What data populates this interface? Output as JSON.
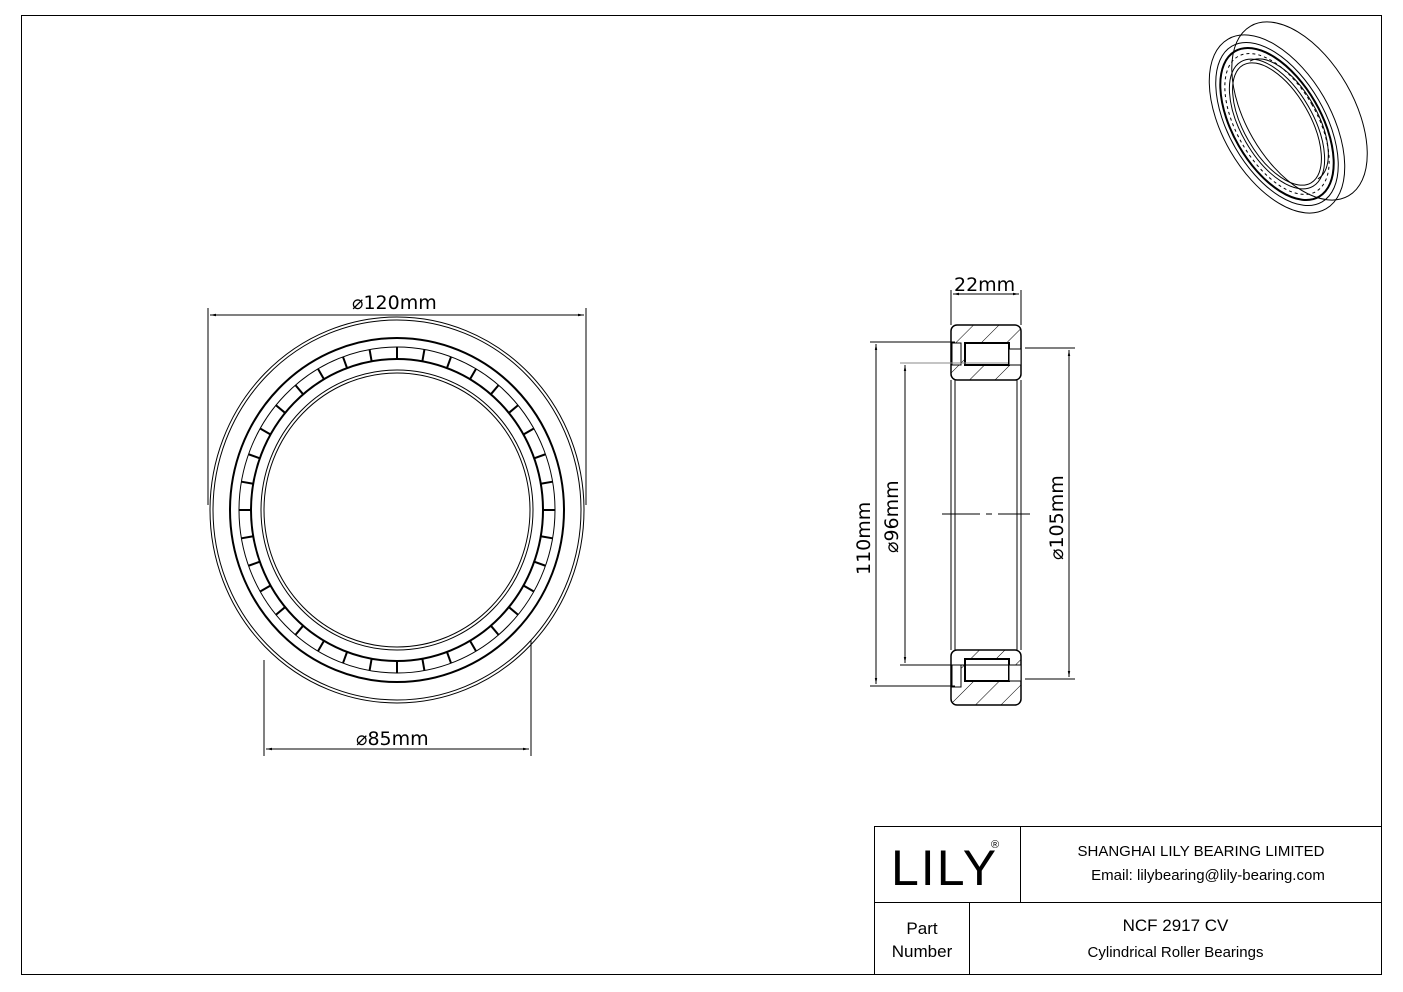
{
  "drawing": {
    "front_view": {
      "outer_diameter_label": "⌀120mm",
      "inner_diameter_label": "⌀85mm"
    },
    "section_view": {
      "width_label": "22mm",
      "outer_race_label": "110mm",
      "inner_race_label": "⌀96mm",
      "roller_pitch_label": "⌀105mm"
    }
  },
  "title_block": {
    "logo": "LILY",
    "registered_mark": "®",
    "company": "SHANGHAI LILY BEARING LIMITED",
    "email": "Email: lilybearing@lily-bearing.com",
    "part_label_line1": "Part",
    "part_label_line2": "Number",
    "part_number": "NCF 2917 CV",
    "part_type": "Cylindrical Roller Bearings"
  }
}
